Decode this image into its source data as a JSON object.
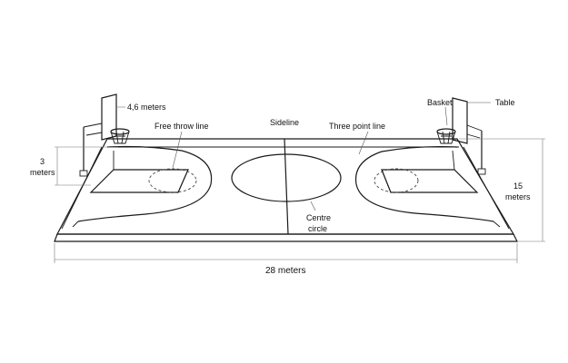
{
  "labels": {
    "width_top": "4,6 meters",
    "free_throw_line": "Free throw line",
    "sideline": "Sideline",
    "three_point_line": "Three point line",
    "basket": "Basket",
    "table": "Table",
    "three_meters_num": "3",
    "three_meters_unit": "meters",
    "fifteen_meters_num": "15",
    "fifteen_meters_unit": "meters",
    "centre": "Centre",
    "circle": "circle",
    "court_length": "28 meters"
  },
  "colors": {
    "line": "#1a1a1a",
    "background": "#ffffff"
  }
}
